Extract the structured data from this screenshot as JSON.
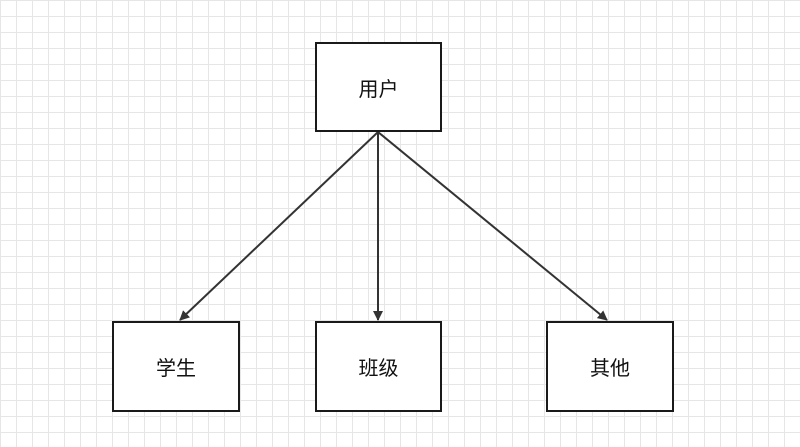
{
  "diagram": {
    "type": "tree",
    "colors": {
      "line": "#333333",
      "border": "#1a1a1a",
      "grid": "#e6e6e6",
      "background": "#ffffff"
    },
    "nodes": {
      "root": {
        "label": "用户"
      },
      "left": {
        "label": "学生"
      },
      "center": {
        "label": "班级"
      },
      "right": {
        "label": "其他"
      }
    },
    "edges": [
      {
        "from": "root",
        "to": "left"
      },
      {
        "from": "root",
        "to": "center"
      },
      {
        "from": "root",
        "to": "right"
      }
    ]
  }
}
